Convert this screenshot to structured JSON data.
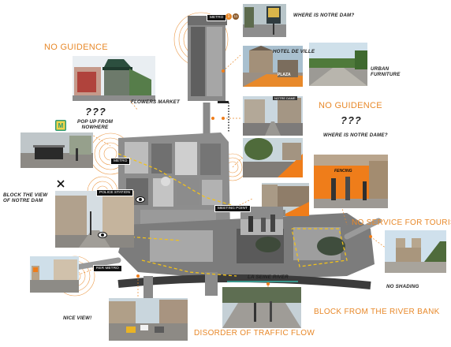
{
  "headings": {
    "no_guidence_left": "NO GUIDENCE",
    "no_guidence_right": "NO GUIDENCE",
    "no_service": "NO SERVICE FOR TOURISTS",
    "block_river_bank": "BLOCK FROM THE RIVER BANK",
    "disorder_traffic": "DISORDER OF TRAFFIC FLOW"
  },
  "questions": {
    "left": "???",
    "right": "???"
  },
  "annotations": {
    "where_notre_dam": "WHERE IS NOTRE DAM?",
    "hotel_de_ville": "HOTEL DE VILLE",
    "urban_furniture": "URBAN\nFURNITURE",
    "flowers_market": "FLOWERS MARKET",
    "pop_up": "POP UP FROM\nNOWHERE",
    "where_notre_dame": "WHERE IS NOTRE DAME?",
    "block_view": "BLOCK THE VIEW\nOF NOTRE DAM",
    "no_shading": "NO SHADING",
    "nice_view": "NICE VIEW!",
    "la_seine": "LA SEINE RIVER"
  },
  "map_labels": {
    "metro_top": "METRO",
    "metro_left": "METRO",
    "police_station": "POLICE STATION",
    "meeting_point": "MEETING POINT",
    "rer_metro": "RER METRO",
    "plaza": "PLAZA",
    "notre_dame_sign": "NOTRE DAME",
    "fencing": "FENCING",
    "metro_sign": "M",
    "line_badges": [
      "1",
      "11"
    ]
  },
  "colors": {
    "accent_orange": "#e8892a",
    "fence_orange": "#ef7d1a",
    "text_dark": "#222222",
    "map_gray": "#7d7d7d",
    "seine_teal": "#36b3a5",
    "dash_yellow": "#f2c21b"
  }
}
